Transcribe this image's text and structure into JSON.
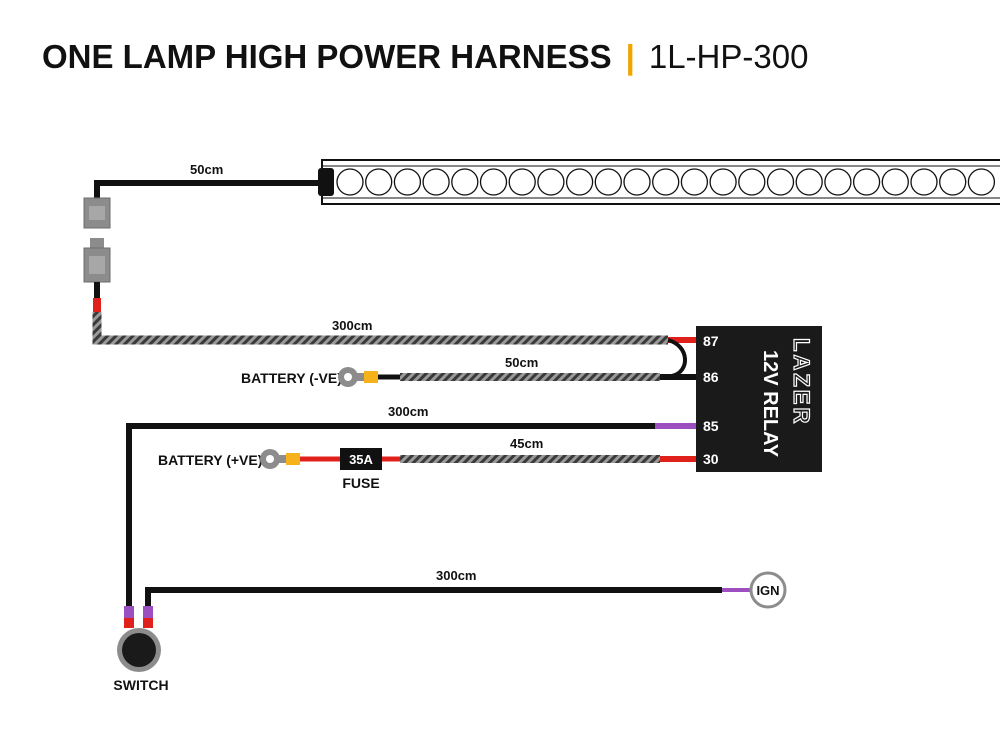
{
  "header": {
    "title": "ONE LAMP HIGH POWER HARNESS",
    "separator": "|",
    "model": "1L-HP-300",
    "accent_color": "#f0a500"
  },
  "colors": {
    "wire": "#111111",
    "positive": "#e0201b",
    "ignition": "#9b4fc0",
    "terminal": "#f5b21b",
    "relay_body": "#1a1a1a"
  },
  "wires": {
    "lamp_lead": "50cm",
    "main_feed": "300cm",
    "battery_negative_lead": "50cm",
    "switch_lead": "300cm",
    "battery_positive_lead": "45cm",
    "ignition_lead": "300cm"
  },
  "battery_negative": {
    "label": "BATTERY (-VE)"
  },
  "battery_positive": {
    "label": "BATTERY (+VE)"
  },
  "fuse": {
    "rating": "35A",
    "label": "FUSE"
  },
  "relay": {
    "label": "12V RELAY",
    "brand": "LAZER",
    "pins": [
      "87",
      "86",
      "85",
      "30"
    ]
  },
  "ignition": {
    "label": "IGN"
  },
  "switch": {
    "label": "SWITCH"
  }
}
